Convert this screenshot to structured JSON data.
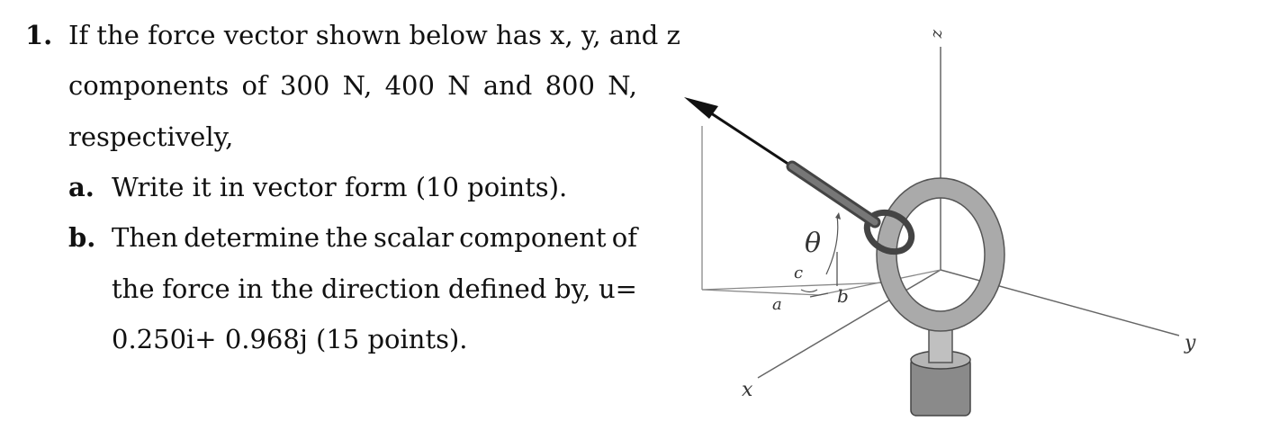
{
  "question": {
    "number": "1.",
    "stem_line1": "If the force vector shown below has x, y, and z",
    "stem_line2_words": [
      "components",
      "of",
      "300",
      "N,",
      "400",
      "N",
      "and",
      "800",
      "N,"
    ],
    "stem_line3": "respectively,",
    "part_a": {
      "label": "a.",
      "text": "Write it in vector form (10 points)."
    },
    "part_b": {
      "label": "b.",
      "line1_words": [
        "Then",
        "determine",
        "the",
        "scalar",
        "component",
        "of"
      ],
      "line2_words": [
        "the",
        "force",
        "in",
        "the",
        "direction",
        "defined",
        "by,",
        "u="
      ],
      "line3": "0.250i+ 0.968j (15 points)."
    }
  },
  "figure": {
    "axis_labels": {
      "x": "x",
      "y": "y",
      "z": "z"
    },
    "angle_label": "θ",
    "segment_labels": {
      "a": "a",
      "b": "b",
      "c": "c"
    }
  }
}
